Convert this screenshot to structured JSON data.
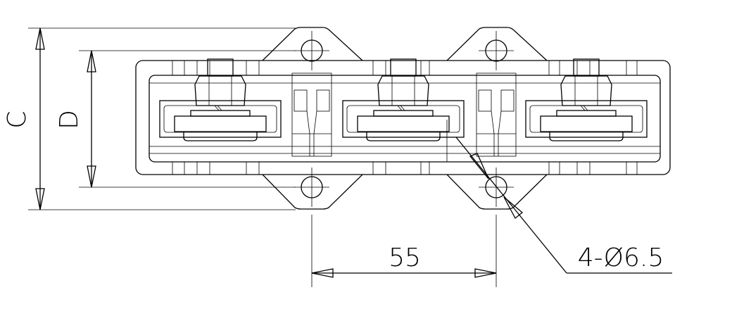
{
  "drawing": {
    "dim_c_label": "C",
    "dim_d_label": "D",
    "dim_spacing_label": "55",
    "hole_callout_label": "4-Ø6.5",
    "line_color": "#000000",
    "background": "#ffffff"
  }
}
